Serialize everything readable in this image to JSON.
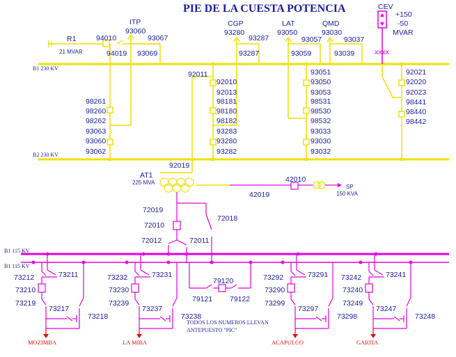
{
  "title": "PIE DE LA CUESTA POTENCIA",
  "colors": {
    "bus230": "#f0e000",
    "bus115": "#e000e0",
    "labels": "#1c1c9c",
    "feeders": "#e01010"
  },
  "buses": {
    "b1_230": "B1 230 KV",
    "b2_230": "B2 230 KV",
    "b1_115": "B1 115 KV",
    "b2_115": "B1 115 KV"
  },
  "r1": {
    "name": "R1",
    "rating": "21 MVAR",
    "sw1": "94010",
    "sw2": "94019"
  },
  "itp": {
    "name": "ITP",
    "code": "93060",
    "sw1": "93067",
    "sw2": "93069"
  },
  "cgp": {
    "name": "CGP",
    "code": "93280",
    "sw1": "93287",
    "sw2": "93287"
  },
  "lat": {
    "name": "LAT",
    "code": "93050",
    "sw1": "93057",
    "sw2": "93059"
  },
  "qmd": {
    "name": "QMD",
    "code": "93030",
    "sw1": "93037",
    "sw2": "93039"
  },
  "cev": {
    "name": "CEV",
    "plus": "+150",
    "minus": "-50",
    "unit": "MVAR"
  },
  "col1": [
    "98261",
    "98260",
    "98262",
    "93063",
    "93060",
    "93062"
  ],
  "col2_top": "92011",
  "col2": [
    "92010",
    "92013",
    "98181",
    "98180",
    "98182",
    "93283",
    "93280",
    "93282"
  ],
  "col3": [
    "93051",
    "93050",
    "93053",
    "98531",
    "98530",
    "98532",
    "93033",
    "93030",
    "93032"
  ],
  "col4": [
    "92021",
    "92020",
    "92023",
    "98441",
    "98440",
    "98442"
  ],
  "at1": {
    "name": "AT1",
    "rating": "225 MVA",
    "code": "92019"
  },
  "sp": {
    "sw": "42010",
    "sw2": "42019",
    "name": "SP",
    "rating": "150 KVA"
  },
  "tie": [
    "72019",
    "72010",
    "72018",
    "72012",
    "72011"
  ],
  "coupler": {
    "main": "79120",
    "left": "79121",
    "right": "79122"
  },
  "feeders": [
    {
      "name": "MOZIMBA",
      "a": "73212",
      "b": "73211",
      "c": "73210",
      "d": "73219",
      "e": "73217",
      "f": "73218"
    },
    {
      "name": "LA MIRA",
      "a": "73232",
      "b": "73231",
      "c": "73230",
      "d": "73239",
      "e": "73237",
      "f": "73238"
    },
    {
      "name": "ACAPULCO",
      "a": "73292",
      "b": "73291",
      "c": "73290",
      "d": "73299",
      "e": "73297",
      "f": "73298"
    },
    {
      "name": "GARITA",
      "a": "73242",
      "b": "73241",
      "c": "73240",
      "d": "73249",
      "e": "73247",
      "f": "73248"
    }
  ],
  "note1": "TODOS LOS NUMEROS  LLEVAN",
  "note2": "ANTEPUESTO \"PIC\""
}
